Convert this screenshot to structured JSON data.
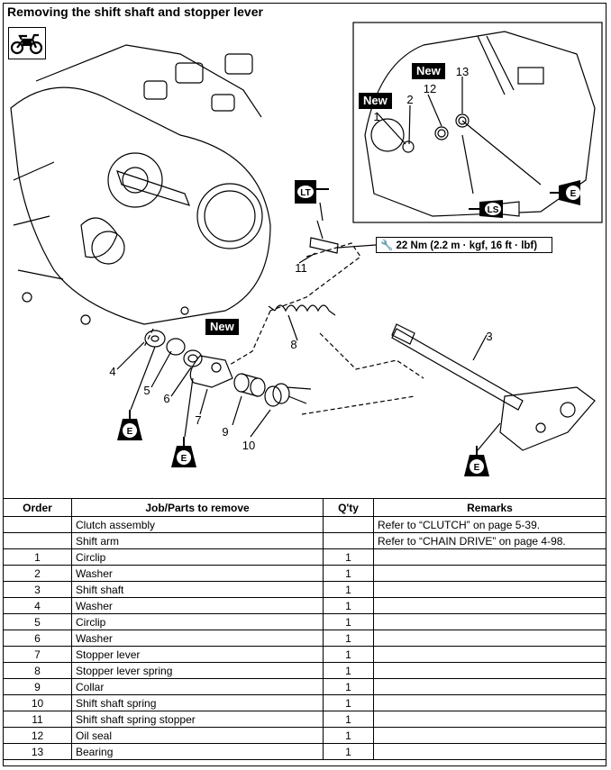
{
  "title": "Removing the shift shaft and stopper lever",
  "badges": {
    "new": "New"
  },
  "torque_spec": "22 Nm (2.2 m · kgf, 16 ft · lbf)",
  "lube_marks": {
    "e": "E",
    "lt": "LT",
    "ls": "LS"
  },
  "callouts": [
    "1",
    "2",
    "3",
    "4",
    "5",
    "6",
    "7",
    "8",
    "9",
    "10",
    "11",
    "12",
    "13"
  ],
  "table": {
    "headers": [
      "Order",
      "Job/Parts to remove",
      "Q'ty",
      "Remarks"
    ],
    "rows": [
      {
        "order": "",
        "job": "Clutch assembly",
        "qty": "",
        "remarks": "Refer to “CLUTCH” on page 5-39."
      },
      {
        "order": "",
        "job": "Shift arm",
        "qty": "",
        "remarks": "Refer to “CHAIN DRIVE” on page 4-98."
      },
      {
        "order": "1",
        "job": "Circlip",
        "qty": "1",
        "remarks": ""
      },
      {
        "order": "2",
        "job": "Washer",
        "qty": "1",
        "remarks": ""
      },
      {
        "order": "3",
        "job": "Shift shaft",
        "qty": "1",
        "remarks": ""
      },
      {
        "order": "4",
        "job": "Washer",
        "qty": "1",
        "remarks": ""
      },
      {
        "order": "5",
        "job": "Circlip",
        "qty": "1",
        "remarks": ""
      },
      {
        "order": "6",
        "job": "Washer",
        "qty": "1",
        "remarks": ""
      },
      {
        "order": "7",
        "job": "Stopper lever",
        "qty": "1",
        "remarks": ""
      },
      {
        "order": "8",
        "job": "Stopper lever spring",
        "qty": "1",
        "remarks": ""
      },
      {
        "order": "9",
        "job": "Collar",
        "qty": "1",
        "remarks": ""
      },
      {
        "order": "10",
        "job": "Shift shaft spring",
        "qty": "1",
        "remarks": ""
      },
      {
        "order": "11",
        "job": "Shift shaft spring stopper",
        "qty": "1",
        "remarks": ""
      },
      {
        "order": "12",
        "job": "Oil seal",
        "qty": "1",
        "remarks": ""
      },
      {
        "order": "13",
        "job": "Bearing",
        "qty": "1",
        "remarks": ""
      }
    ]
  }
}
